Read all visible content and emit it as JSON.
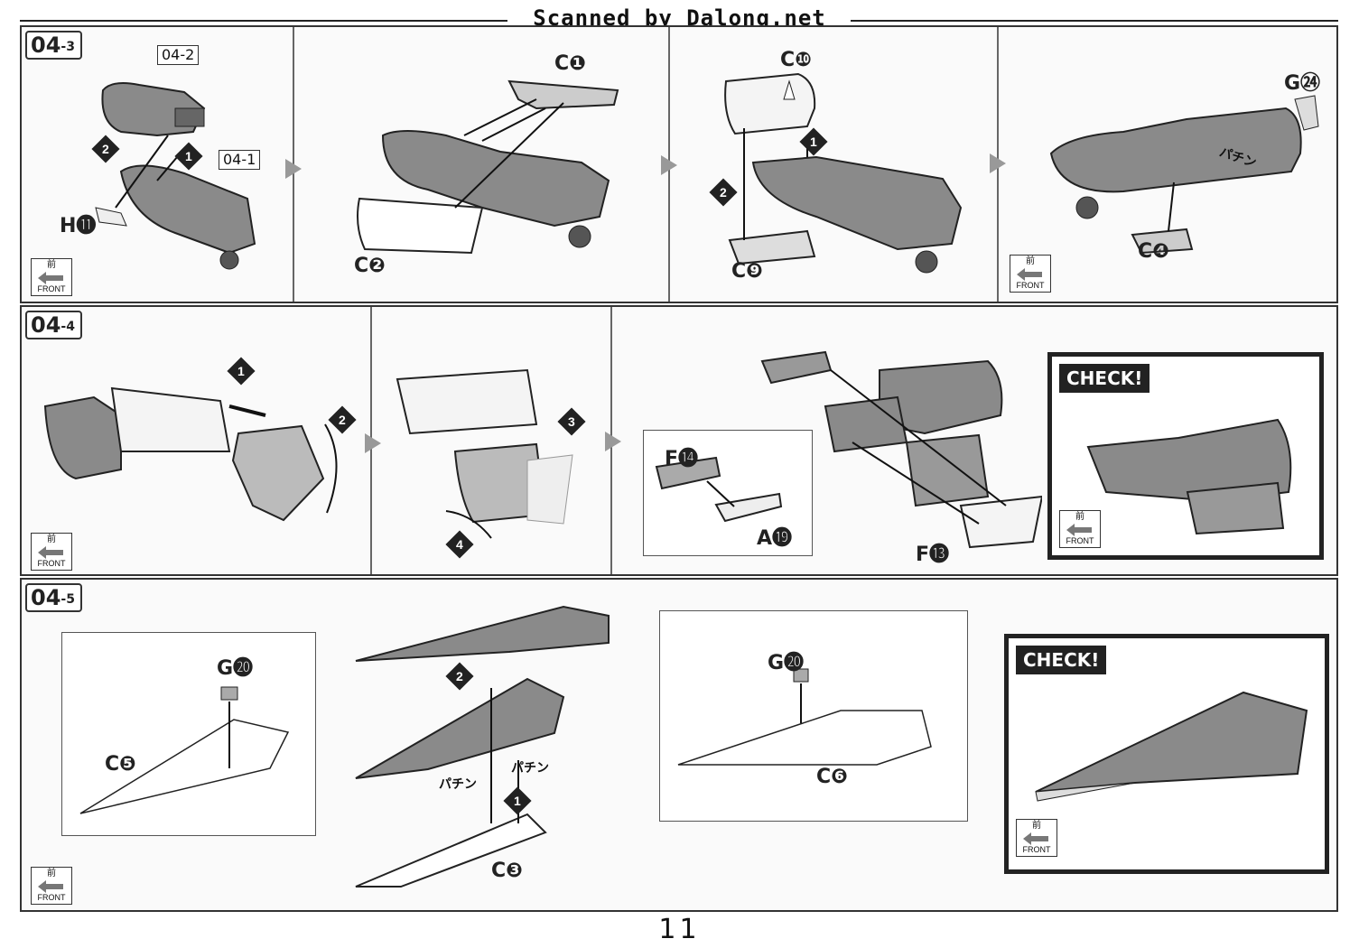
{
  "watermark": "Scanned by Dalong.net",
  "page_number": "11",
  "front": {
    "kanji": "前",
    "label": "FRONT"
  },
  "check_label": "CHECK!",
  "pachin": "パチン",
  "rows": {
    "r3": {
      "tag_main": "04",
      "tag_sub": "-3",
      "ref_a": "04-2",
      "ref_b": "04-1",
      "parts": {
        "h11": "H⓫",
        "c1": "C❶",
        "c2": "C❷",
        "c10": "C❿",
        "c9": "C❾",
        "g24": "G㉔",
        "c4": "C❹"
      },
      "steps": [
        "1",
        "2",
        "1",
        "2"
      ]
    },
    "r4": {
      "tag_main": "04",
      "tag_sub": "-4",
      "parts": {
        "f14": "F⓮",
        "a19": "A⓳",
        "f13": "F⓭"
      },
      "steps": [
        "1",
        "2",
        "3",
        "4"
      ]
    },
    "r5": {
      "tag_main": "04",
      "tag_sub": "-5",
      "parts": {
        "g20a": "G⓴",
        "c5": "C❺",
        "c3": "C❸",
        "g20b": "G⓴",
        "c6": "C❻"
      },
      "steps": [
        "2",
        "1"
      ]
    }
  }
}
